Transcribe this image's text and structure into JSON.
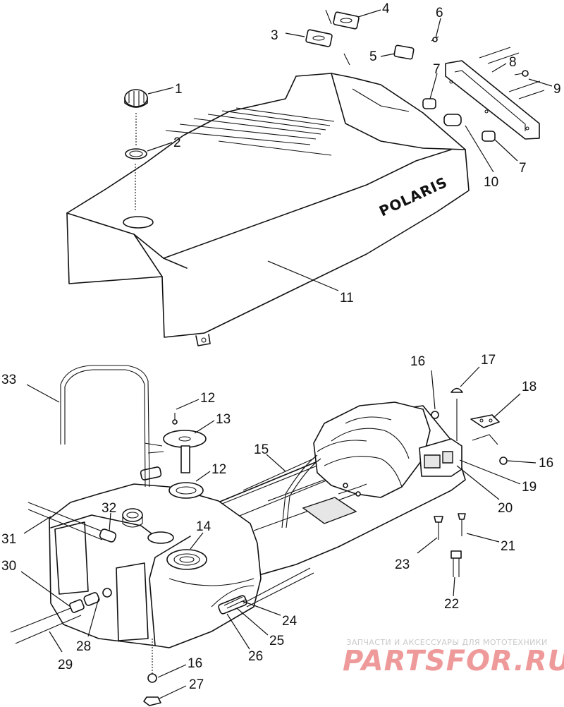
{
  "diagram": {
    "brand_text": "POLARIS",
    "callouts": [
      "1",
      "2",
      "3",
      "4",
      "5",
      "6",
      "7",
      "8",
      "9",
      "7",
      "10",
      "11",
      "33",
      "12",
      "13",
      "12",
      "15",
      "14",
      "16",
      "17",
      "18",
      "16",
      "19",
      "20",
      "21",
      "23",
      "22",
      "32",
      "31",
      "30",
      "28",
      "24",
      "25",
      "26",
      "29",
      "16",
      "27"
    ]
  },
  "watermark": {
    "tagline": "ЗАПЧАСТИ И АКСЕССУАРЫ ДЛЯ МОТОТЕХНИКИ",
    "logo": "PARTSFOR.RU"
  },
  "colors": {
    "line": "#111111",
    "watermark_tagline": "#c9c9c9",
    "watermark_logo": "#ef9a9a"
  }
}
